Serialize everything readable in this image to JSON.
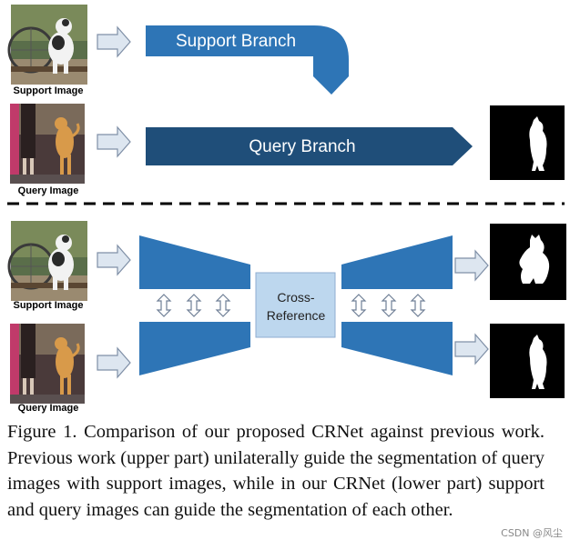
{
  "upper": {
    "support_image_label": "Support Image",
    "query_image_label": "Query Image",
    "support_branch_label": "Support Branch",
    "query_branch_label": "Query Branch"
  },
  "lower": {
    "support_image_label": "Support Image",
    "query_image_label": "Query Image",
    "cross_reference_label": [
      "Cross-",
      "Reference"
    ]
  },
  "caption": "Figure 1. Comparison of our proposed CRNet against previous work. Previous work (upper part) unilaterally guide the segmentation of query images with support images, while in our CRNet (lower part) support and query images can guide the segmentation of each other.",
  "watermark": "CSDN @风尘",
  "colors": {
    "support_branch": "#2e75b6",
    "query_branch": "#1f4e79",
    "trapezoid": "#2e75b6",
    "cross_reference_fill": "#bdd7ee",
    "arrow_fill": "#dde6f0",
    "arrow_stroke": "#7f8fa6"
  },
  "icons": [
    "cat-photo",
    "segmentation-mask",
    "right-arrow-icon",
    "double-arrow-icon"
  ]
}
